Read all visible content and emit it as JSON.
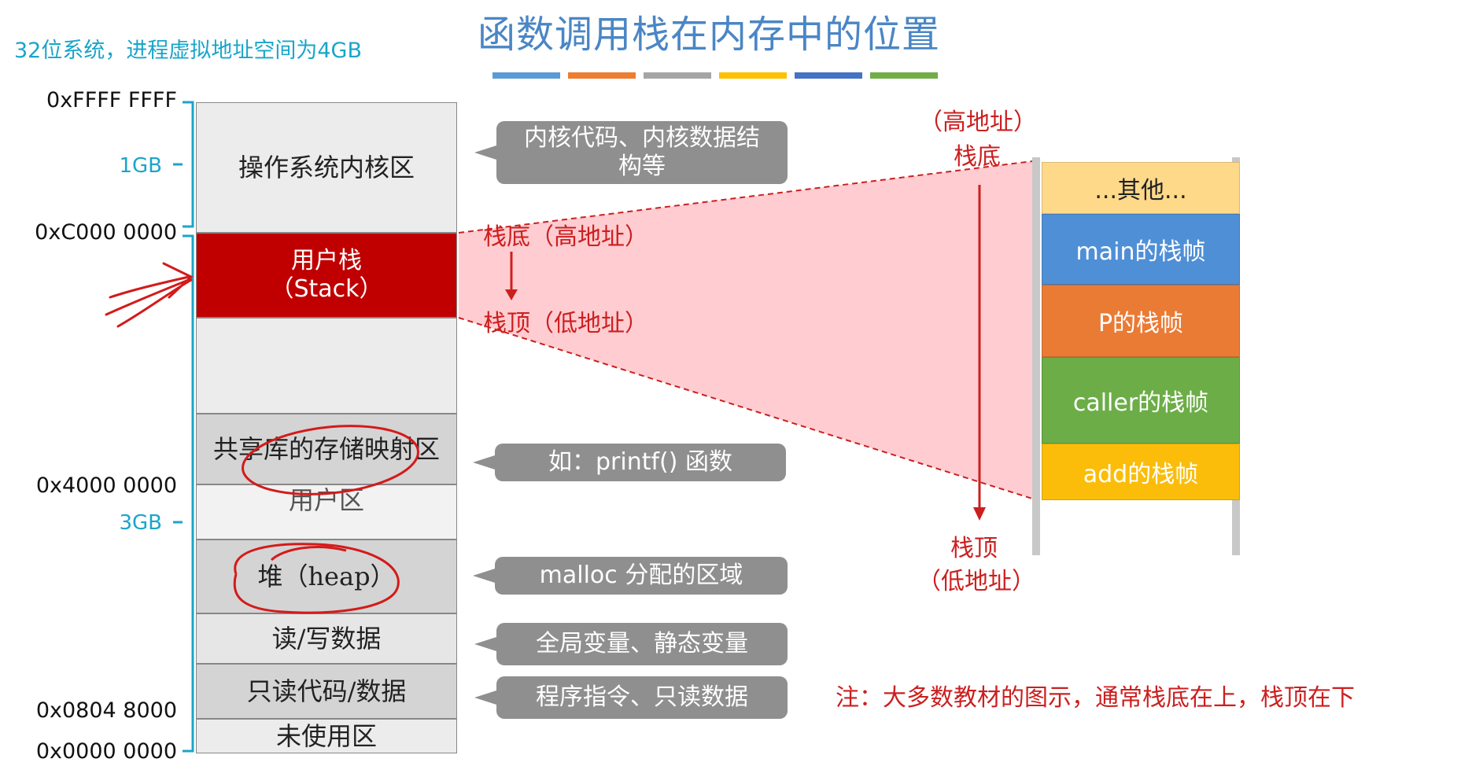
{
  "title": "函数调用栈在内存中的位置",
  "subtitle": "32位系统，进程虚拟地址空间为4GB",
  "color_bar": [
    "#5b9bd5",
    "#ed7d31",
    "#a5a5a5",
    "#ffc000",
    "#4472c4",
    "#70ad47"
  ],
  "addresses": {
    "top": "0xFFFF FFFF",
    "kernel_boundary": "0xC000 0000",
    "mmap": "0x4000 0000",
    "code_start": "0x0804 8000",
    "bottom": "0x0000 0000"
  },
  "sizes": {
    "kernel": "1GB",
    "user": "3GB"
  },
  "segments": {
    "kernel": "操作系统内核区",
    "stack_line1": "用户栈",
    "stack_line2": "（Stack）",
    "shared_lib": "共享库的存储映射区",
    "user_region": "用户区",
    "heap": "堆（heap）",
    "rw_data": "读/写数据",
    "ro_code": "只读代码/数据",
    "unused": "未使用区"
  },
  "callouts": {
    "kernel": "内核代码、内核数据结构等",
    "shared_lib": "如：printf() 函数",
    "heap": "malloc 分配的区域",
    "rw_data": "全局变量、静态变量",
    "ro_code": "程序指令、只读数据"
  },
  "stack_direction": {
    "bottom_label": "栈底（高地址）",
    "top_label": "栈顶（低地址）"
  },
  "zoom": {
    "high_label_1": "（高地址）",
    "high_label_2": "栈底",
    "low_label_1": "栈顶",
    "low_label_2": "（低地址）"
  },
  "stack_frames": [
    {
      "label": "...其他...",
      "color": "#ffd98a",
      "text_color": "#222222"
    },
    {
      "label": "main的栈帧",
      "color": "#4f8fd6",
      "text_color": "#ffffff"
    },
    {
      "label": "P的栈帧",
      "color": "#ea7b35",
      "text_color": "#ffffff"
    },
    {
      "label": "caller的栈帧",
      "color": "#6cad47",
      "text_color": "#ffffff"
    },
    {
      "label": "add的栈帧",
      "color": "#fbbd0a",
      "text_color": "#ffffff"
    }
  ],
  "note": "注：大多数教材的图示，通常栈底在上，栈顶在下",
  "colors": {
    "stack_segment": "#c00000",
    "accent_red": "#cc1f1f",
    "gb_blue": "#1aa5c9"
  }
}
